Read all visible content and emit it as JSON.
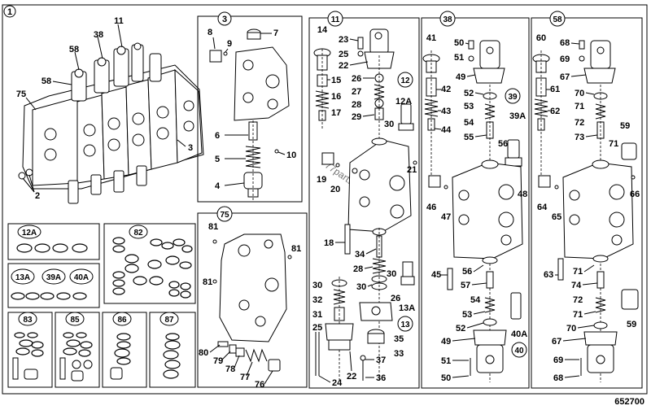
{
  "diagram_id": "652700",
  "watermark": "777parts.com",
  "main": {
    "callout": "1",
    "assembly_labels": [
      "11",
      "38",
      "58",
      "58",
      "75",
      "2",
      "3"
    ]
  },
  "panels": {
    "p3": {
      "callout": "3",
      "labels": [
        "7",
        "8",
        "9",
        "6",
        "5",
        "10",
        "4"
      ]
    },
    "p75": {
      "callout": "75",
      "labels": [
        "81",
        "81",
        "81",
        "80",
        "79",
        "78",
        "77",
        "76"
      ]
    },
    "p11": {
      "callout": "11",
      "callout_12": "12",
      "callout_13": "13",
      "labels": [
        "14",
        "15",
        "16",
        "17",
        "23",
        "25",
        "22",
        "26",
        "27",
        "28",
        "29",
        "12A",
        "30",
        "21",
        "19",
        "20",
        "18",
        "34",
        "28",
        "30",
        "26",
        "32",
        "31",
        "25",
        "24",
        "22",
        "35",
        "33",
        "37",
        "36",
        "30",
        "13A"
      ]
    },
    "p38": {
      "callout": "38",
      "callout_39": "39",
      "callout_40": "40",
      "labels": [
        "41",
        "42",
        "43",
        "44",
        "50",
        "51",
        "49",
        "52",
        "53",
        "54",
        "55",
        "56",
        "39A",
        "48",
        "46",
        "47",
        "45",
        "56",
        "57",
        "54",
        "53",
        "52",
        "49",
        "51",
        "50",
        "40A"
      ]
    },
    "p58": {
      "callout": "58",
      "labels": [
        "60",
        "61",
        "62",
        "68",
        "69",
        "67",
        "70",
        "71",
        "72",
        "73",
        "71",
        "59",
        "66",
        "64",
        "65",
        "63",
        "71",
        "74",
        "72",
        "71",
        "70",
        "67",
        "69",
        "68",
        "59"
      ]
    },
    "kits": {
      "k12A": "12A",
      "k82": "82",
      "k13A": "13A",
      "k39A": "39A",
      "k40A": "40A",
      "k83": "83",
      "k85": "85",
      "k86": "86",
      "k87": "87"
    }
  }
}
